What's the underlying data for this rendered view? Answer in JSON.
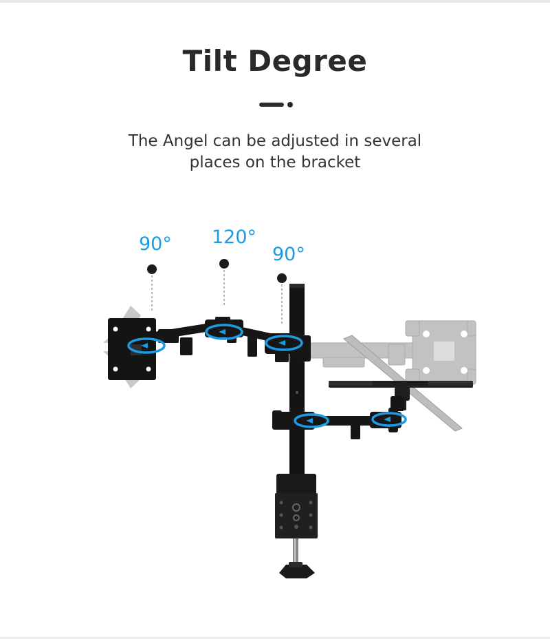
{
  "heading": {
    "title": "Tilt Degree",
    "description_line1": "The Angel can be adjusted in several",
    "description_line2": "places on the bracket"
  },
  "angle_labels": [
    {
      "text": "90°"
    },
    {
      "text": "120°"
    },
    {
      "text": "90°"
    }
  ],
  "colors": {
    "title": "#2a2a2a",
    "text": "#333333",
    "accent_blue": "#1a9be3",
    "bracket": "#151515",
    "ghost_bracket": "#b8b8b8"
  },
  "icons": [
    "rotation-arrow-icon",
    "pivot-marker-icon"
  ]
}
